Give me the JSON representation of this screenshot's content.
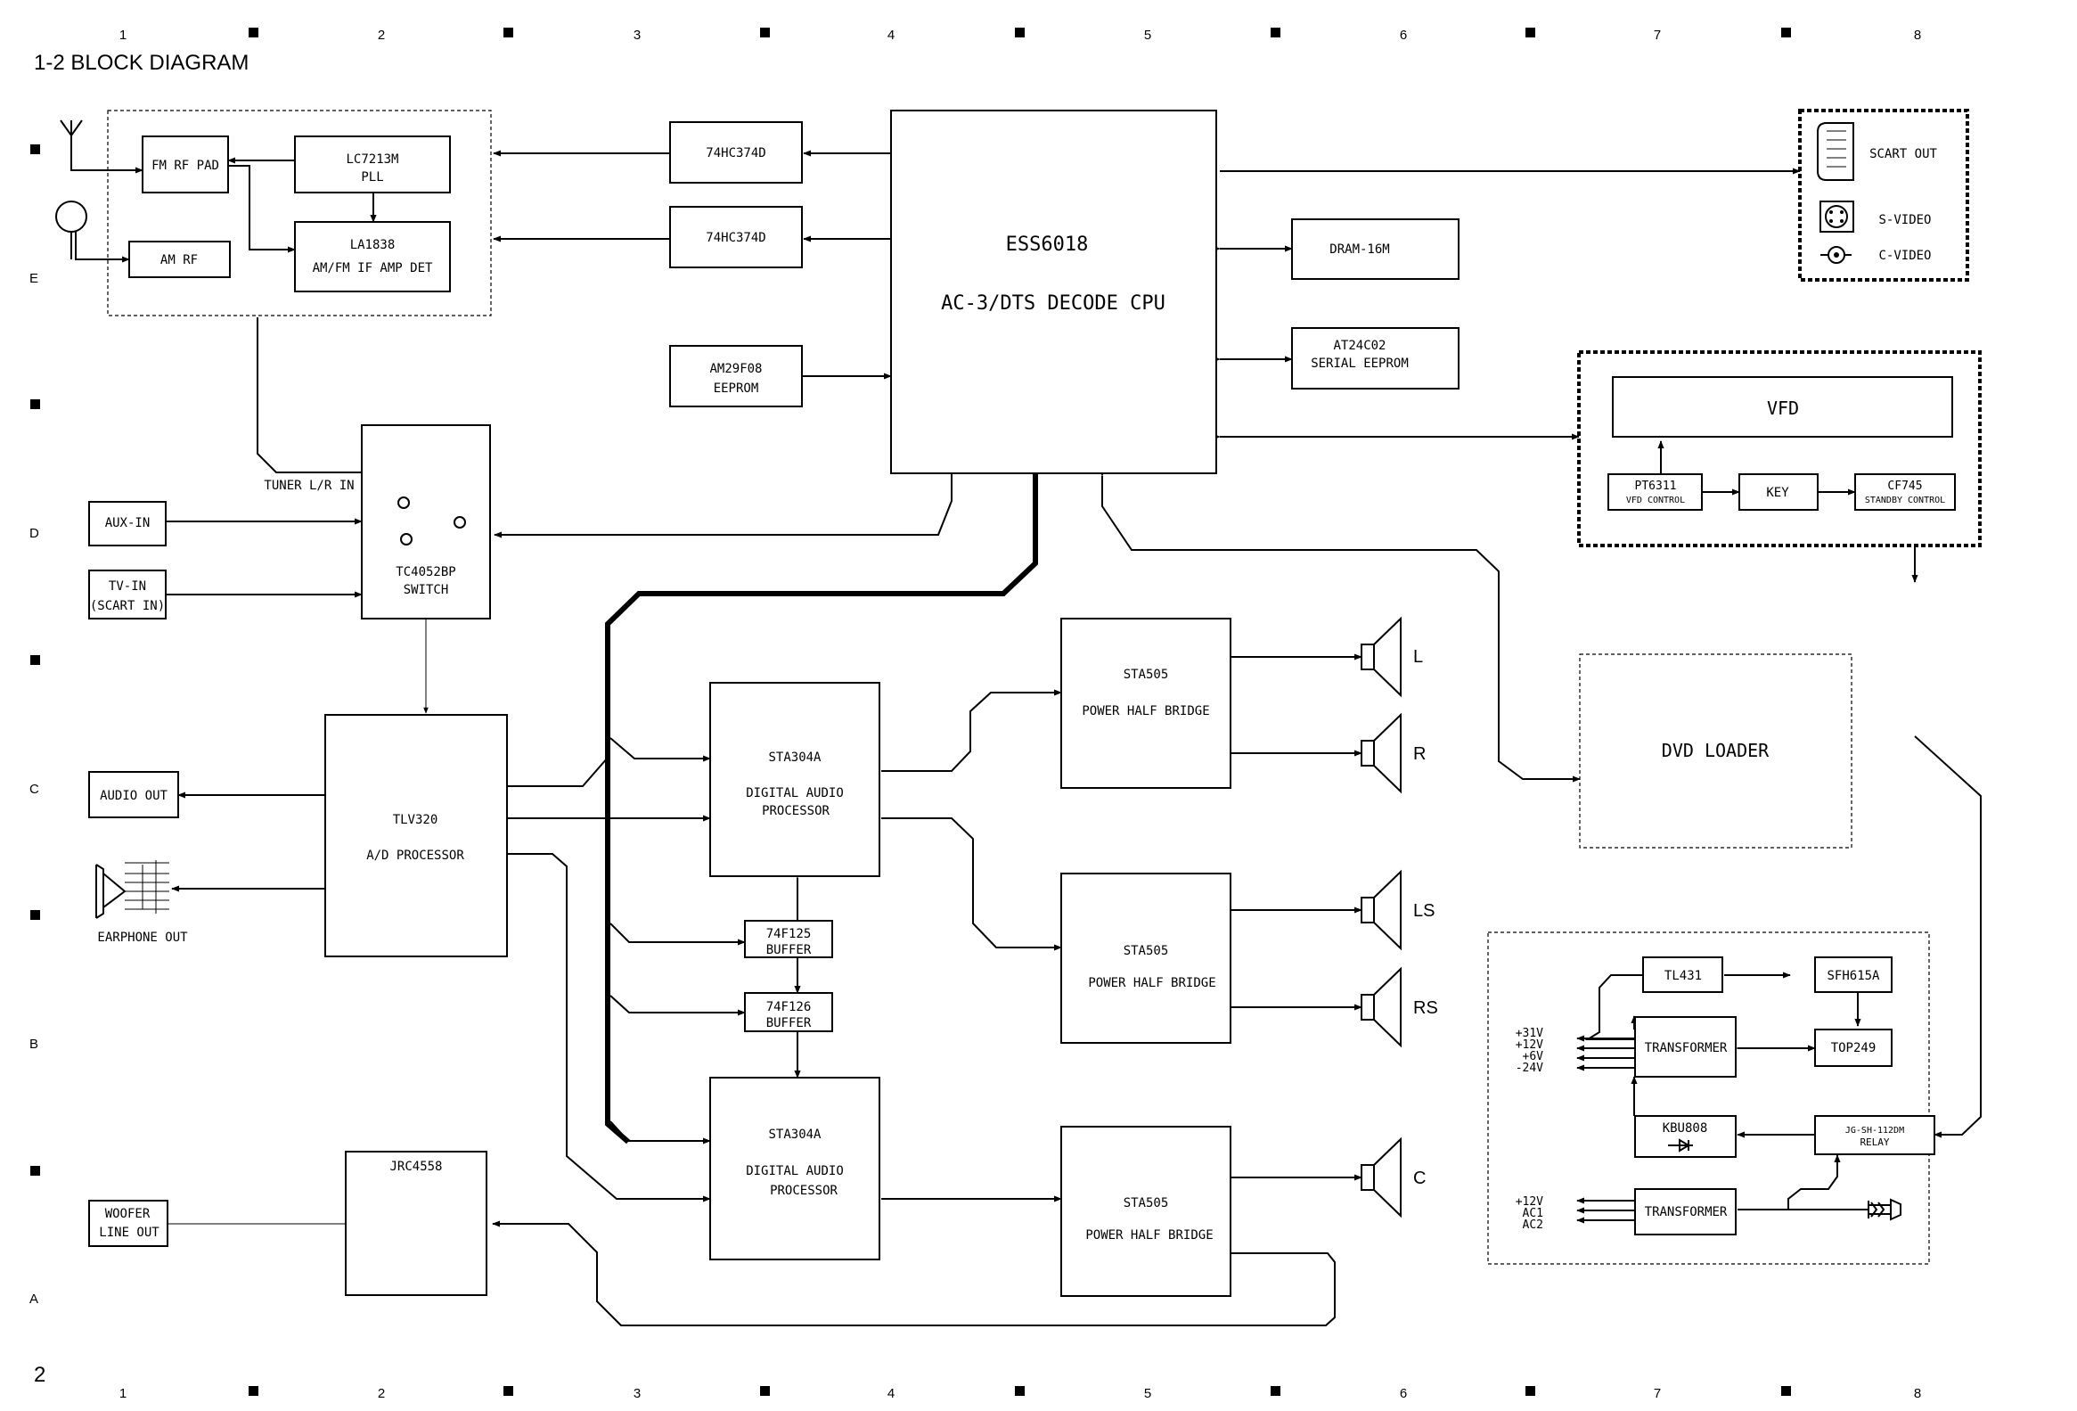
{
  "title": "1-2 BLOCK DIAGRAM",
  "page_number": "2",
  "grid": {
    "columns": [
      "1",
      "2",
      "3",
      "4",
      "5",
      "6",
      "7",
      "8"
    ],
    "rows": [
      "E",
      "D",
      "C",
      "B",
      "A"
    ]
  },
  "tuner": {
    "fm_rf_pad": "FM RF PAD",
    "am_rf": "AM RF",
    "pll": [
      "LC7213M",
      "PLL"
    ],
    "if_amp": [
      "LA1838",
      "AM/FM IF AMP DET"
    ],
    "out_label": "TUNER L/R IN"
  },
  "latch1": "74HC374D",
  "latch2": "74HC374D",
  "eeprom": [
    "AM29F08",
    "EEPROM"
  ],
  "cpu": [
    "ESS6018",
    "AC-3/DTS DECODE CPU"
  ],
  "dram": "DRAM-16M",
  "serial_eeprom": [
    "AT24C02",
    "SERIAL EEPROM"
  ],
  "av_out": {
    "scart": "SCART OUT",
    "svideo": "S-VIDEO",
    "cvideo": "C-VIDEO"
  },
  "front_panel": {
    "vfd": "VFD",
    "vfd_control": [
      "PT6311",
      "VFD CONTROL"
    ],
    "key": "KEY",
    "standby": [
      "CF745",
      "STANDBY CONTROL"
    ]
  },
  "inputs": {
    "aux": "AUX-IN",
    "tv": [
      "TV-IN",
      "(SCART IN)"
    ]
  },
  "switch": [
    "TC4052BP",
    "SWITCH"
  ],
  "ad_processor": [
    "TLV320",
    "A/D PROCESSOR"
  ],
  "audio_out": "AUDIO OUT",
  "earphone_out": "EARPHONE OUT",
  "woofer_out": [
    "WOOFER",
    "LINE OUT"
  ],
  "opamp": "JRC4558",
  "dap1": [
    "STA304A",
    "DIGITAL AUDIO",
    "PROCESSOR"
  ],
  "dap2": [
    "STA304A",
    "DIGITAL AUDIO",
    "PROCESSOR"
  ],
  "buffer1": [
    "74F125",
    "BUFFER"
  ],
  "buffer2": [
    "74F126",
    "BUFFER"
  ],
  "amp1": [
    "STA505",
    "POWER HALF BRIDGE"
  ],
  "amp2": [
    "STA505",
    "POWER HALF BRIDGE"
  ],
  "amp3": [
    "STA505",
    "POWER HALF BRIDGE"
  ],
  "speakers": [
    "L",
    "R",
    "LS",
    "RS",
    "C"
  ],
  "dvd_loader": "DVD LOADER",
  "power": {
    "tl431": "TL431",
    "sfh615a": "SFH615A",
    "transformer1": "TRANSFORMER",
    "top249": "TOP249",
    "kbu808": "KBU808",
    "relay": [
      "JG-SH-112DM",
      "RELAY"
    ],
    "transformer2": "TRANSFORMER",
    "rails1": [
      "+31V",
      "+12V",
      "+6V",
      "-24V"
    ],
    "rails2": [
      "+12V",
      "AC1",
      "AC2"
    ]
  }
}
